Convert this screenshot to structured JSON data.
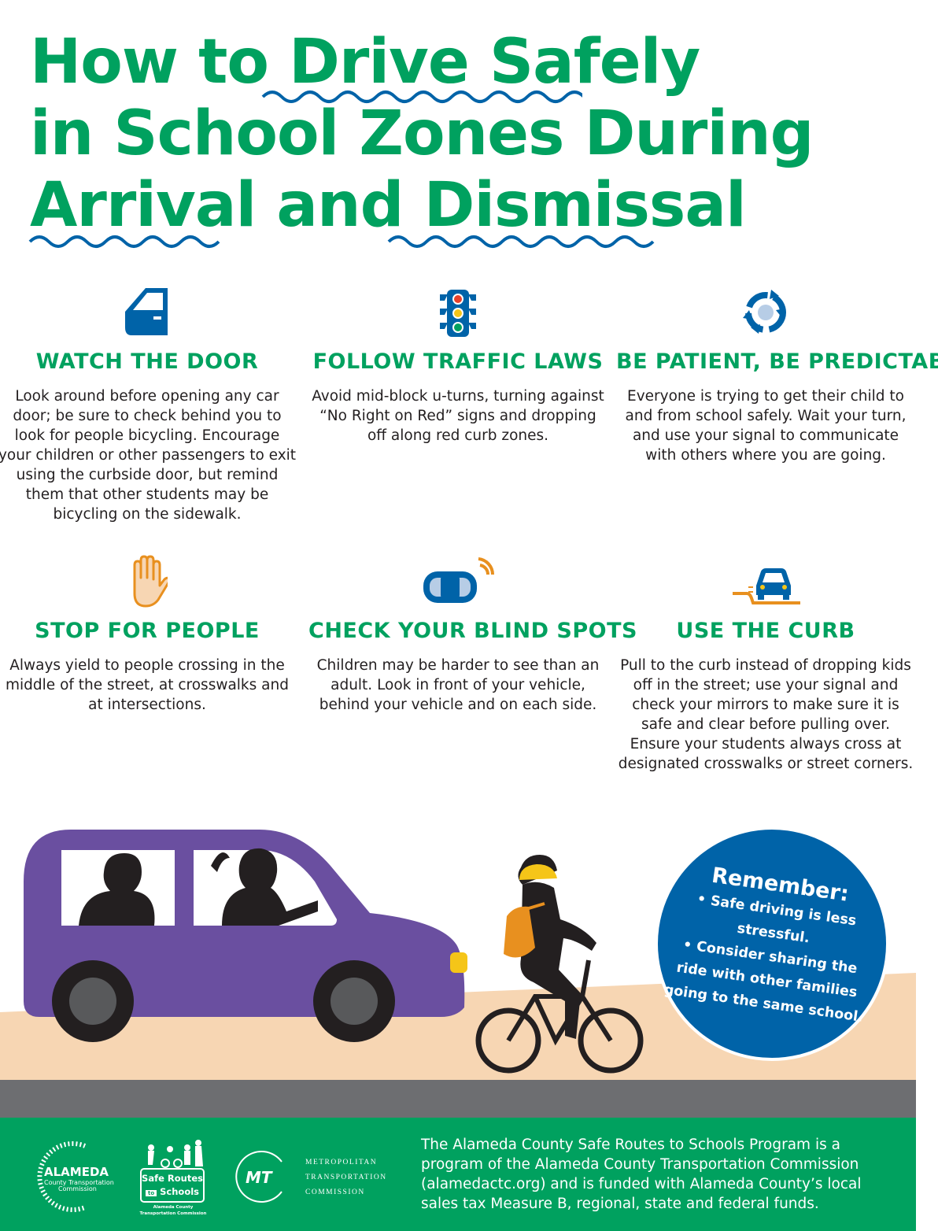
{
  "title": {
    "line1a": "How to ",
    "line1b": "Drive Safely",
    "line2": "in School Zones During",
    "line3a": "Arrival",
    "line3b": " and ",
    "line3c": "Dismissal"
  },
  "colors": {
    "green": "#00a15f",
    "blue": "#0063a8",
    "purple": "#6a4fa0",
    "orange": "#e8901f",
    "sand": "#f7d6b3",
    "road": "#6d6e71"
  },
  "tips": [
    {
      "icon": "car-door-icon",
      "heading": "WATCH THE DOOR",
      "text": "Look around before opening any car door; be sure to check behind you to look for people bicycling. Encourage your children or other passengers to exit using the curbside door, but remind them that other students may be bicycling on the sidewalk."
    },
    {
      "icon": "traffic-light-icon",
      "heading": "FOLLOW TRAFFIC LAWS",
      "text": "Avoid mid-block u-turns, turning against “No Right on Red” signs and dropping off along red curb zones."
    },
    {
      "icon": "circular-arrows-icon",
      "heading": "BE PATIENT, BE PREDICTABLE",
      "text": "Everyone is trying to get their child to and from school safely. Wait your turn, and use your signal to communicate with others where you are going."
    },
    {
      "icon": "hand-stop-icon",
      "heading": "STOP FOR PEOPLE",
      "text": "Always yield to people crossing in the middle of the street, at crosswalks and at intersections."
    },
    {
      "icon": "car-signal-icon",
      "heading": "CHECK YOUR BLIND SPOTS",
      "text": "Children may be harder to see than an adult. Look in front of your vehicle, behind your vehicle and on each side."
    },
    {
      "icon": "car-curb-icon",
      "heading": "USE THE CURB",
      "text": "Pull to the curb instead of dropping kids off in the street; use your signal and check your mirrors to make sure it is safe and clear before pulling over. Ensure your students always cross at designated crosswalks or street corners."
    }
  ],
  "remember": {
    "heading": "Remember:",
    "item1": "• Safe driving is less stressful.",
    "item2": "• Consider sharing the ride with other families going to the same school."
  },
  "footer": {
    "alameda_logo": {
      "name": "ALAMEDA",
      "sub1": "County Transportation",
      "sub2": "Commission"
    },
    "srts_logo": {
      "line1": "Safe Routes",
      "to": "to",
      "line2": "Schools",
      "sub1": "Alameda County",
      "sub2": "Transportation Commission"
    },
    "mtc_logo": {
      "mark": "MT",
      "line1": "METROPOLITAN",
      "line2": "TRANSPORTATION",
      "line3": "COMMISSION"
    },
    "text": "The Alameda County Safe Routes to Schools Program is a program of the Alameda County Transportation Commission (alamedactc.org) and is funded with Alameda County’s local sales tax Measure B, regional, state and federal funds."
  }
}
